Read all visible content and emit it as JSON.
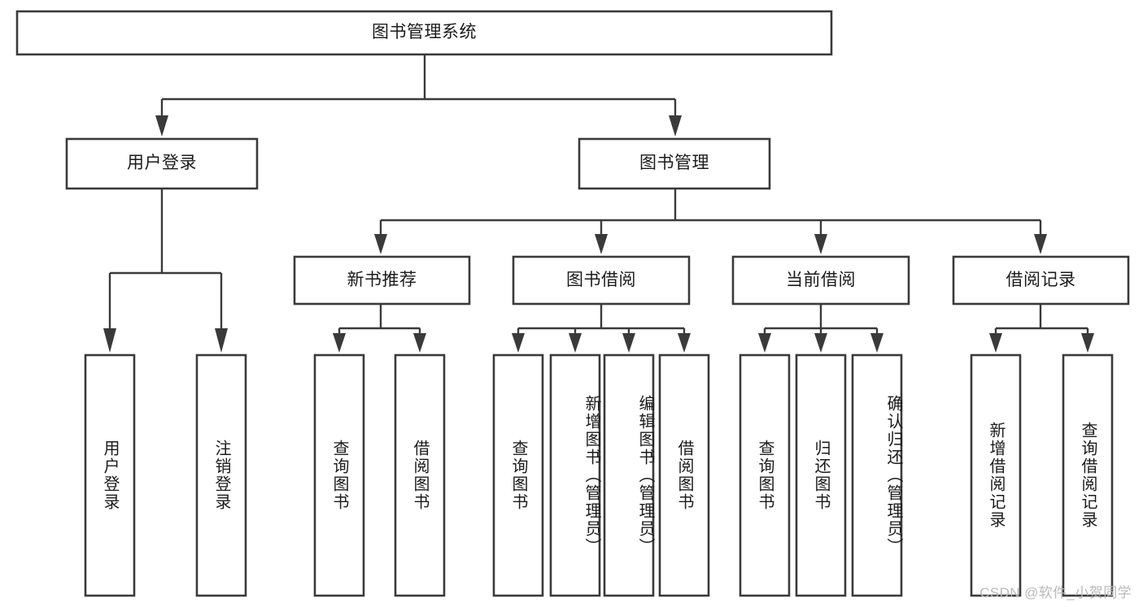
{
  "diagram": {
    "title": "图书管理系统",
    "type": "tree-hierarchy",
    "watermark": "CSDN @软件_小贺同学",
    "colors": {
      "stroke": "#3a3a3a",
      "fill": "#ffffff",
      "text": "#1b1b1b",
      "watermark": "#b9b9b9"
    },
    "root": {
      "label": "图书管理系统"
    },
    "level2": [
      {
        "label": "用户登录"
      },
      {
        "label": "图书管理"
      }
    ],
    "level3": [
      {
        "label": "新书推荐"
      },
      {
        "label": "图书借阅"
      },
      {
        "label": "当前借阅"
      },
      {
        "label": "借阅记录"
      }
    ],
    "leaves": {
      "user_login": [
        {
          "label": "用户登录"
        },
        {
          "label": "注销登录"
        }
      ],
      "new_book": [
        {
          "label": "查询图书"
        },
        {
          "label": "借阅图书"
        }
      ],
      "book_borrow": [
        {
          "label": "查询图书"
        },
        {
          "label": "新增图书（管理员）"
        },
        {
          "label": "编辑图书（管理员）"
        },
        {
          "label": "借阅图书"
        }
      ],
      "current_borrow": [
        {
          "label": "查询图书"
        },
        {
          "label": "归还图书"
        },
        {
          "label": "确认归还（管理员）"
        }
      ],
      "borrow_record": [
        {
          "label": "新增借阅记录"
        },
        {
          "label": "查询借阅记录"
        }
      ]
    }
  }
}
